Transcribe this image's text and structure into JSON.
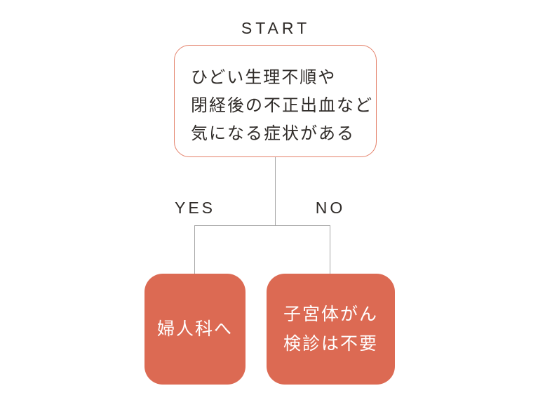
{
  "diagram": {
    "start_label": "START",
    "root_box": {
      "lines": [
        "ひどい生理不順や",
        "閉経後の不正出血など",
        "気になる症状がある"
      ]
    },
    "branches": {
      "yes_label": "YES",
      "no_label": "NO"
    },
    "yes_box": {
      "lines": [
        "婦人科へ"
      ]
    },
    "no_box": {
      "lines": [
        "子宮体がん",
        "検診は不要"
      ]
    },
    "colors": {
      "accent_fill": "#dc6a53",
      "outline": "#e4816a",
      "connector": "#a6a6a6",
      "text_dark": "#2f2b28"
    }
  }
}
